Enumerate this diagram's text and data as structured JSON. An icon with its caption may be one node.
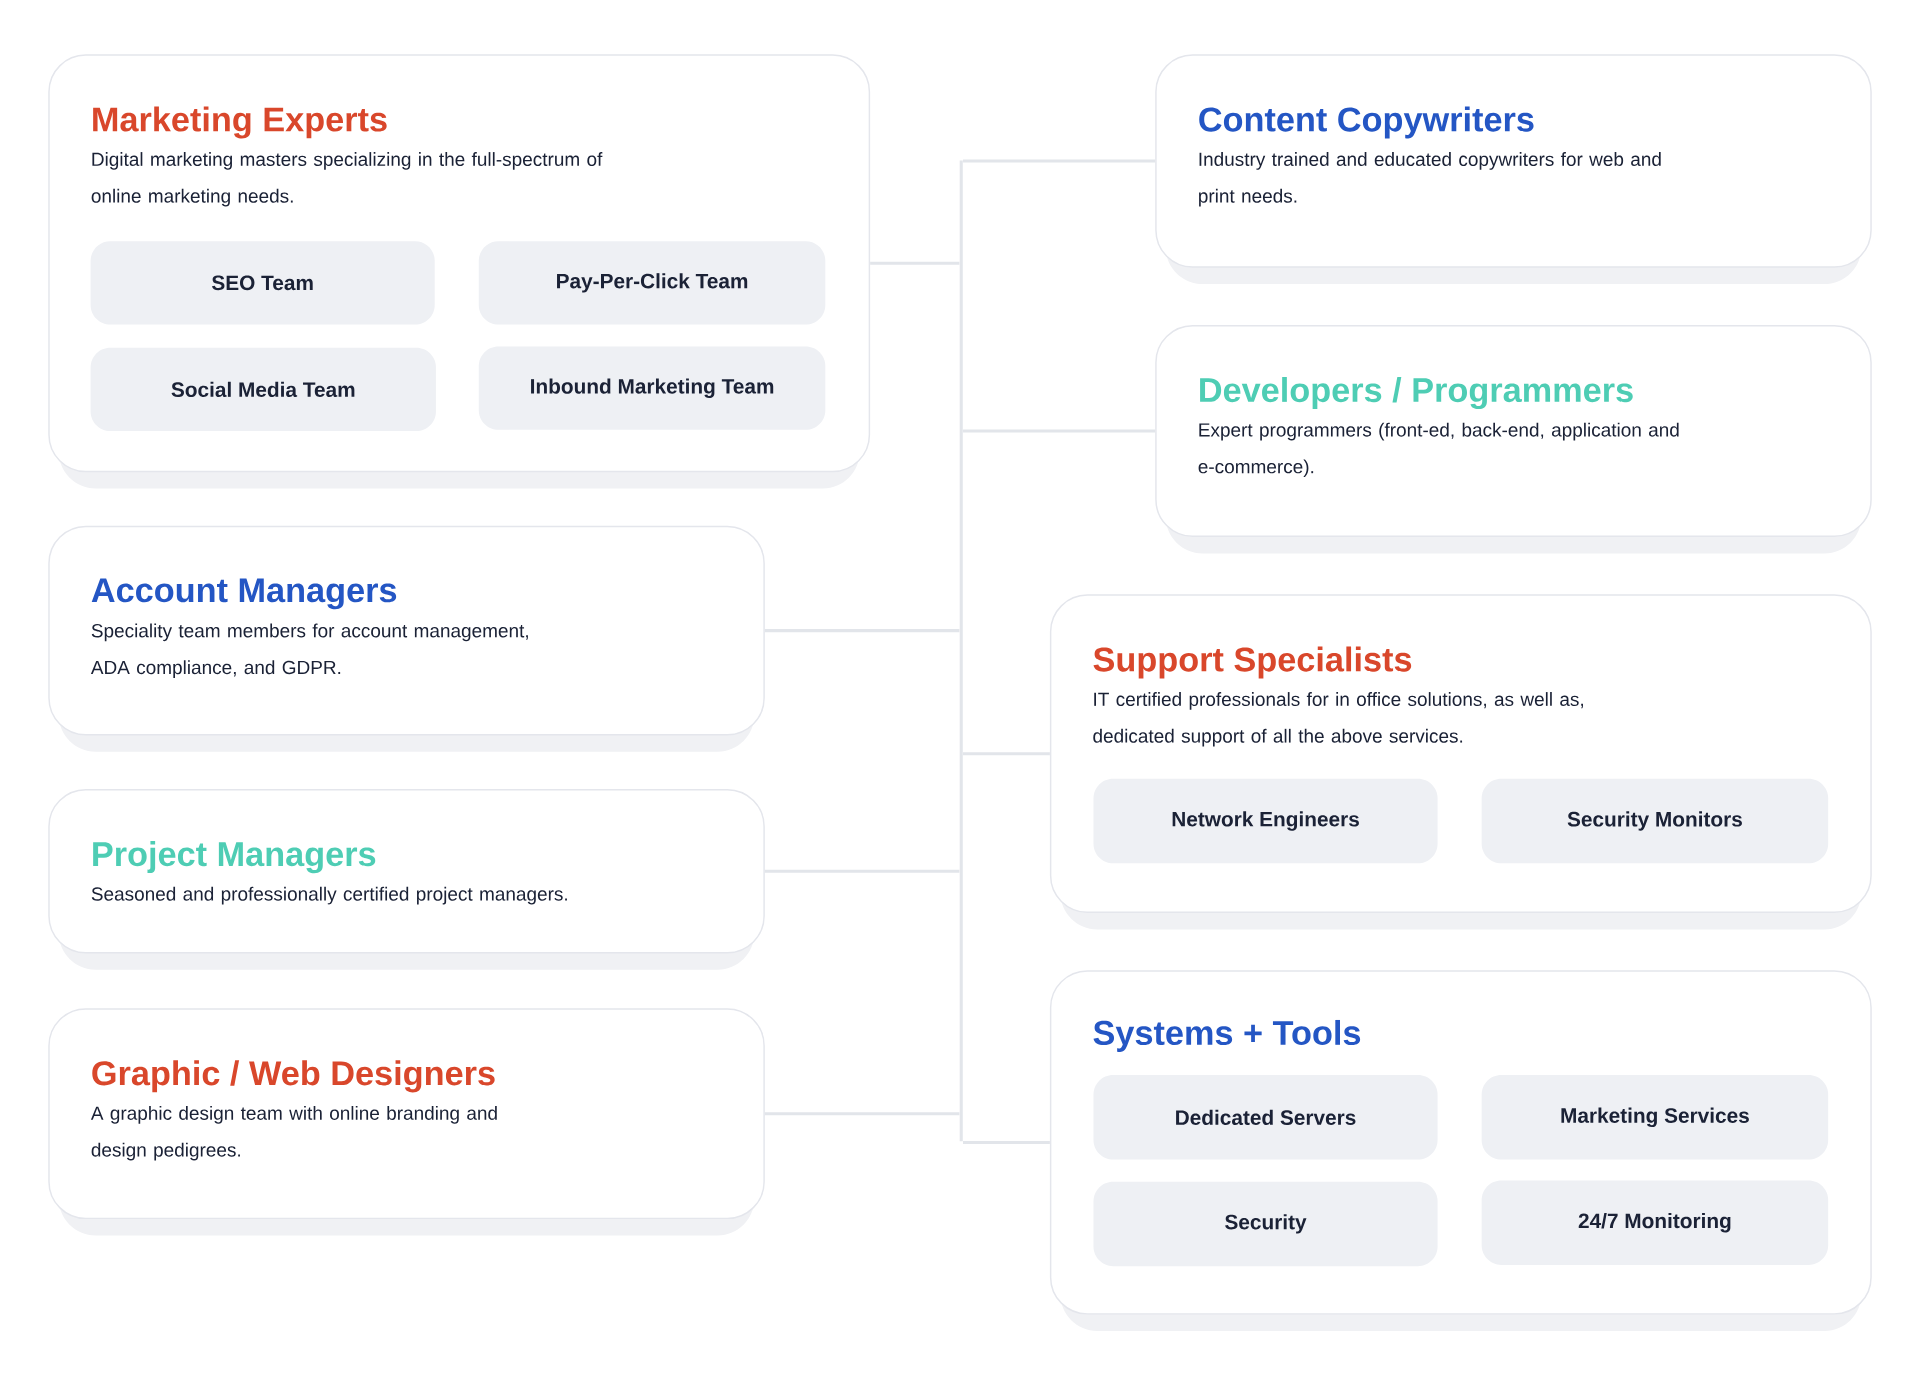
{
  "diagram": {
    "nodes": [
      {
        "text": [
          "Marketing Experts",
          "Digital marketing masters specializing in the full-spectrum of online marketing needs."
        ]
      },
      {
        "text": [
          "SEO Team"
        ],
        "in": 0
      },
      {
        "text": [
          "Pay-Per-Click Team"
        ],
        "in": 0
      },
      {
        "text": [
          "Social Media Team"
        ],
        "in": 0
      },
      {
        "text": [
          "Inbound Marketing Team"
        ],
        "in": 0
      },
      {
        "text": [
          "Account Managers",
          "Speciality team members for account management, ADA compliance, and GDPR."
        ]
      },
      {
        "text": [
          "Project Managers",
          "Seasoned and professionally certified project managers."
        ]
      },
      {
        "text": [
          "Graphic / Web Designers",
          "A graphic design team with online branding and design pedigrees."
        ]
      },
      {
        "text": [
          "Content Copywriters",
          "Industry trained and educated copywriters for web and print needs."
        ]
      },
      {
        "text": [
          "Developers / Programmers",
          "Expert programmers (front-ed, back-end, application and e-commerce)."
        ]
      },
      {
        "text": [
          "Support Specialists",
          "IT certified professionals for in office solutions, as well as, dedicated support of all the above services."
        ]
      },
      {
        "text": [
          "Network Engineers"
        ],
        "in": 10
      },
      {
        "text": [
          "Security Monitors"
        ],
        "in": 10
      },
      {
        "text": [
          "Systems + Tools"
        ]
      },
      {
        "text": [
          "Dedicated Servers"
        ],
        "in": 13
      },
      {
        "text": [
          "Marketing Services"
        ],
        "in": 13
      },
      {
        "text": [
          "Security"
        ],
        "in": 13
      },
      {
        "text": [
          "24/7 Monitoring"
        ],
        "in": 13
      },
      {
        "text": [],
        "shape": "bar"
      }
    ],
    "edges": [
      {
        "from": 0,
        "to": 18,
        "arrow": "none"
      },
      {
        "from": 5,
        "to": 18,
        "arrow": "none"
      },
      {
        "from": 6,
        "to": 18,
        "arrow": "none"
      },
      {
        "from": 7,
        "to": 18,
        "arrow": "none"
      },
      {
        "from": 8,
        "to": 18,
        "arrow": "none"
      },
      {
        "from": 9,
        "to": 18,
        "arrow": "none"
      },
      {
        "from": 10,
        "to": 18,
        "arrow": "none"
      },
      {
        "from": 13,
        "to": 18,
        "arrow": "none"
      }
    ]
  }
}
